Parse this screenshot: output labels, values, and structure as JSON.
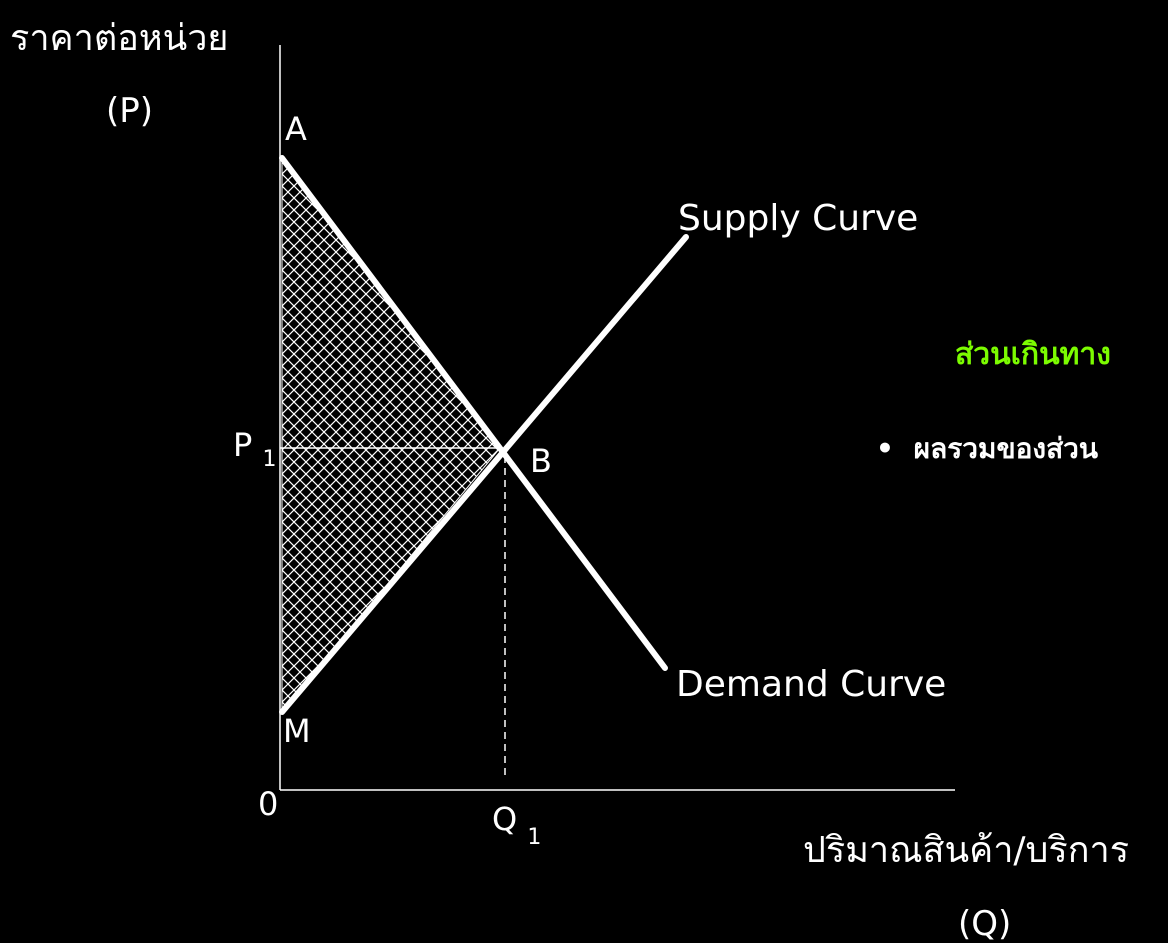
{
  "axes": {
    "y_label": "ราคาต่อหน่วย",
    "y_symbol": "(P)",
    "x_label": "ปริมาณสินค้า/บริการ",
    "x_symbol": "(Q)",
    "origin": "0"
  },
  "points": {
    "a": "A",
    "b": "B",
    "m": "M",
    "p1_main": "P",
    "p1_sub": "1",
    "q1_main": "Q",
    "q1_sub": "1"
  },
  "curves": {
    "supply": "Supply Curve",
    "demand": "Demand Curve"
  },
  "note": {
    "title": "ส่วนเกินทาง",
    "bullet_marker": "•",
    "bullet_text": "ผลรวมของส่วน"
  },
  "colors": {
    "background": "#000000",
    "lines": "#ffffff",
    "note_title": "#7CFC00",
    "hatch": "#ffffff"
  }
}
